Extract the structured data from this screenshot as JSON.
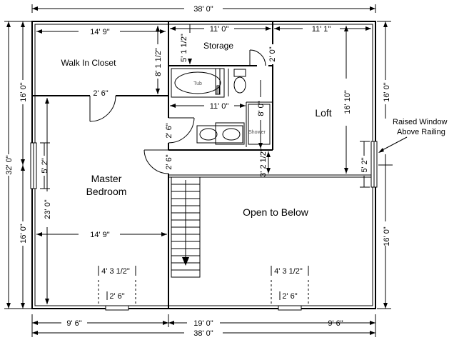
{
  "rooms": {
    "walk_in_closet": "Walk In Closet",
    "storage": "Storage",
    "loft": "Loft",
    "master_bedroom_line1": "Master",
    "master_bedroom_line2": "Bedroom",
    "open_to_below": "Open to Below",
    "tub": "Tub",
    "shower": "Shower"
  },
  "annotations": {
    "raised_window_line1": "Raised Window",
    "raised_window_line2": "Above Railing"
  },
  "dimensions": {
    "top_overall": "38' 0\"",
    "bottom_overall": "38' 0\"",
    "left_overall": "32' 0\"",
    "left_upper": "16' 0\"",
    "left_lower": "16' 0\"",
    "right_upper": "16' 0\"",
    "right_lower": "16' 0\"",
    "bottom_left": "9' 6\"",
    "bottom_center": "19' 0\"",
    "bottom_right": "9' 6\"",
    "closet_width": "14' 9\"",
    "closet_depth": "8' 1 1/2\"",
    "closet_door": "2' 6\"",
    "storage_width": "11' 0\"",
    "storage_depth": "5' 1 1/2\"",
    "storage_door": "2' 0\"",
    "bath_width": "11' 0\"",
    "shower_depth": "8' 0\"",
    "bath_door": "2' 6\"",
    "hall_door": "2' 6\"",
    "loft_width": "11' 1\"",
    "loft_depth": "16' 10\"",
    "loft_window": "5' 2\"",
    "rail_offset": "3' 2 1/2\"",
    "master_width": "14' 9\"",
    "master_depth": "23' 0\"",
    "master_window": "5' 2\"",
    "bottom_window_left_span": "4' 3 1/2\"",
    "bottom_window_right_span": "4' 3 1/2\"",
    "bottom_window_left_width": "2' 6\"",
    "bottom_window_right_width": "2' 6\""
  }
}
